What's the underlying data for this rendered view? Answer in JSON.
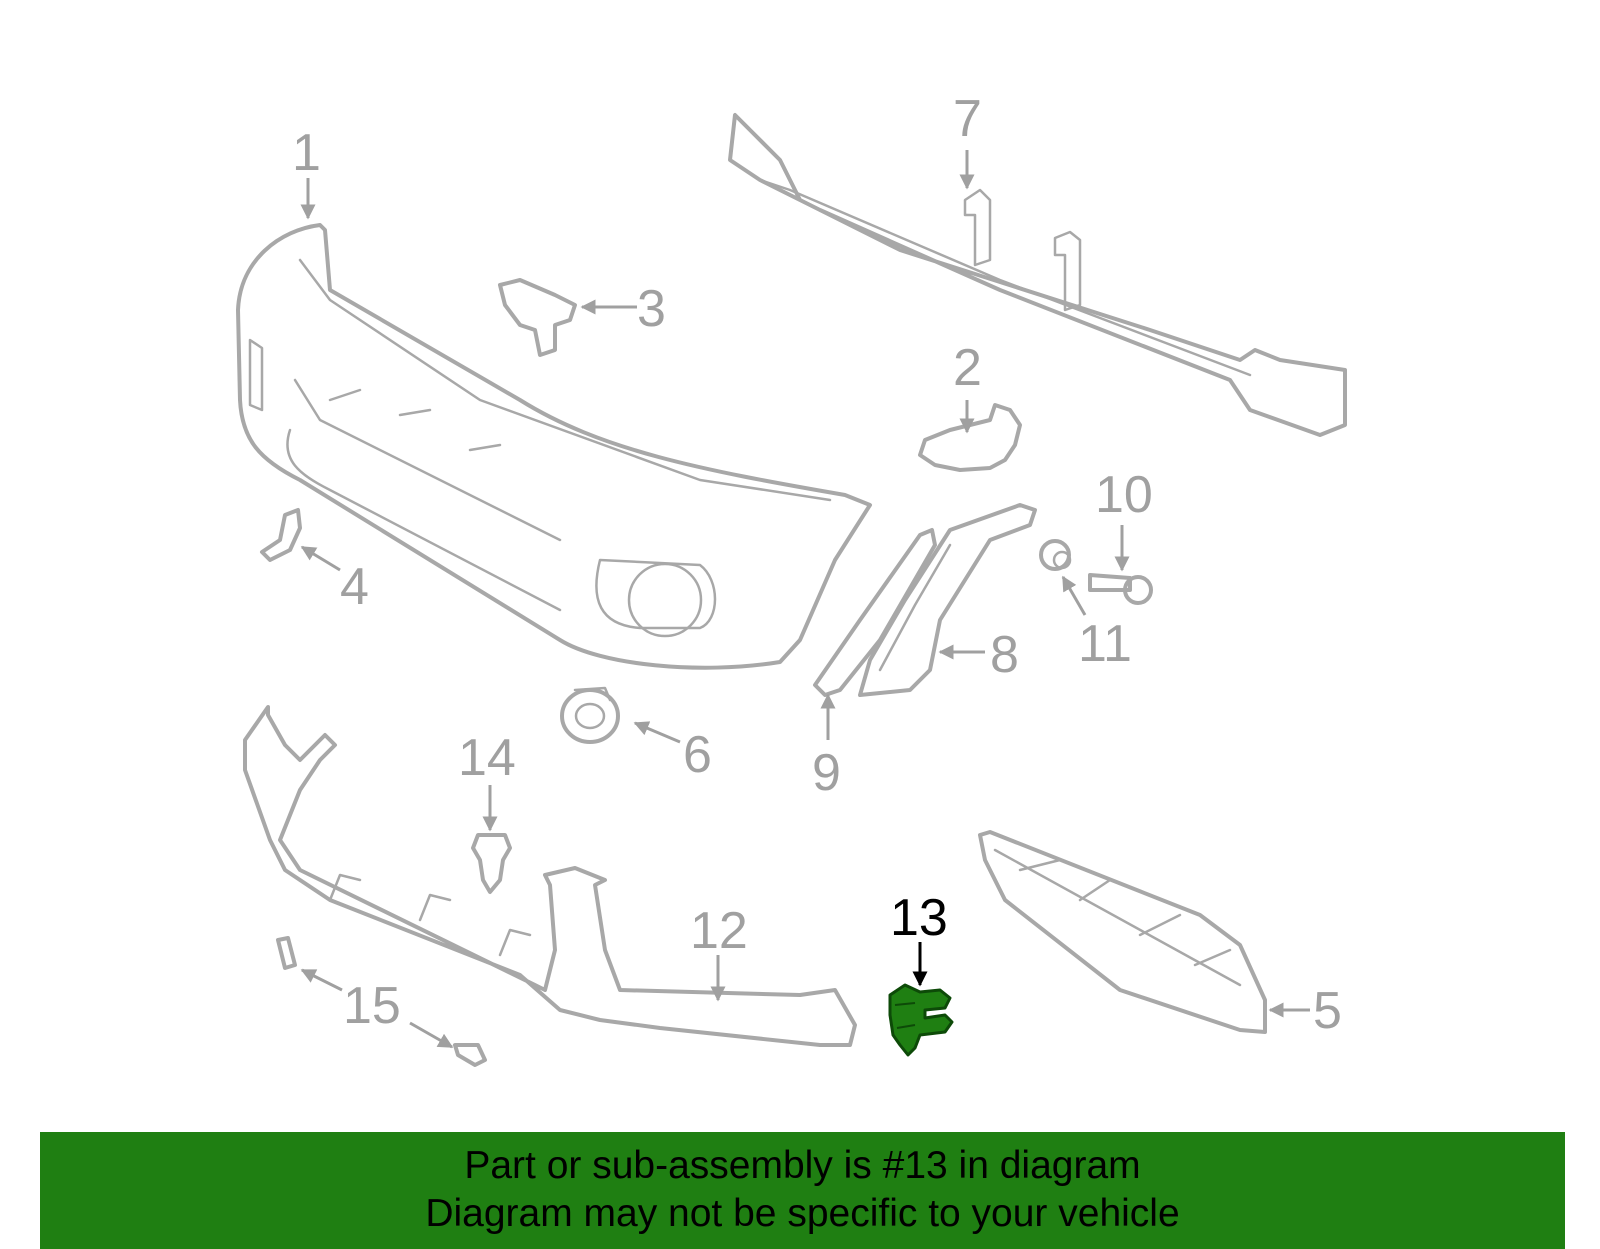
{
  "diagram": {
    "highlight_color": "#1f7f12",
    "part_color": "#a8a8a8",
    "highlighted_part": "13",
    "callouts": [
      "1",
      "2",
      "3",
      "4",
      "5",
      "6",
      "7",
      "8",
      "9",
      "10",
      "11",
      "12",
      "13",
      "14",
      "15"
    ]
  },
  "banner": {
    "line1": "Part or sub-assembly is #13 in diagram",
    "line2": "Diagram may not be specific to your vehicle",
    "background": "#1f7f12"
  }
}
